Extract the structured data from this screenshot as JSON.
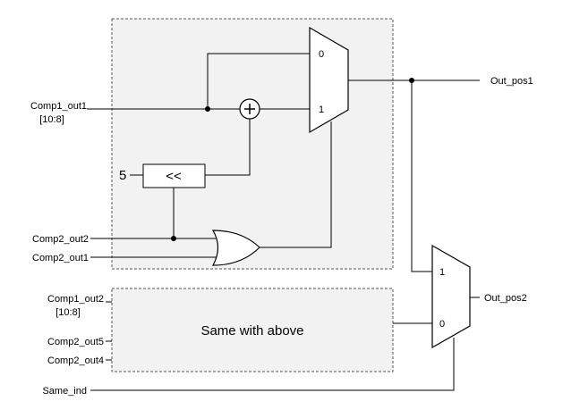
{
  "diagram": {
    "inputs": {
      "comp1_out1": "Comp1_out1",
      "comp1_out1_bits": "[10:8]",
      "shift_amount": "5",
      "comp2_out2": "Comp2_out2",
      "comp2_out1": "Comp2_out1",
      "comp1_out2": "Comp1_out2",
      "comp1_out2_bits": "[10:8]",
      "comp2_out5": "Comp2_out5",
      "comp2_out4": "Comp2_out4",
      "same_ind": "Same_ind"
    },
    "outputs": {
      "out_pos1": "Out_pos1",
      "out_pos2": "Out_pos2"
    },
    "blocks": {
      "adder_symbol": "+",
      "shifter_label": "<<",
      "mux1_input0": "0",
      "mux1_input1": "1",
      "mux2_input1": "1",
      "mux2_input0": "0",
      "replica_label": "Same with above"
    }
  }
}
